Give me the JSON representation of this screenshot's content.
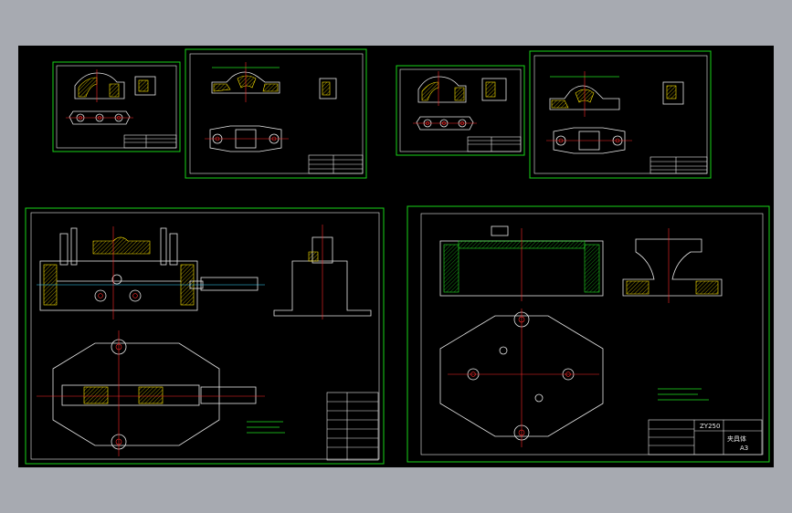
{
  "title_block": {
    "drawing_code": "ZY250",
    "drawing_name": "夹具体",
    "sheet_size": "A3"
  },
  "colors": {
    "background": "#000000",
    "outer": "#a7aab1",
    "frame": "#18d418",
    "geometry": "#e6e6e6",
    "centerline": "#ff2a2a",
    "section_hatch": "#ffe600"
  }
}
